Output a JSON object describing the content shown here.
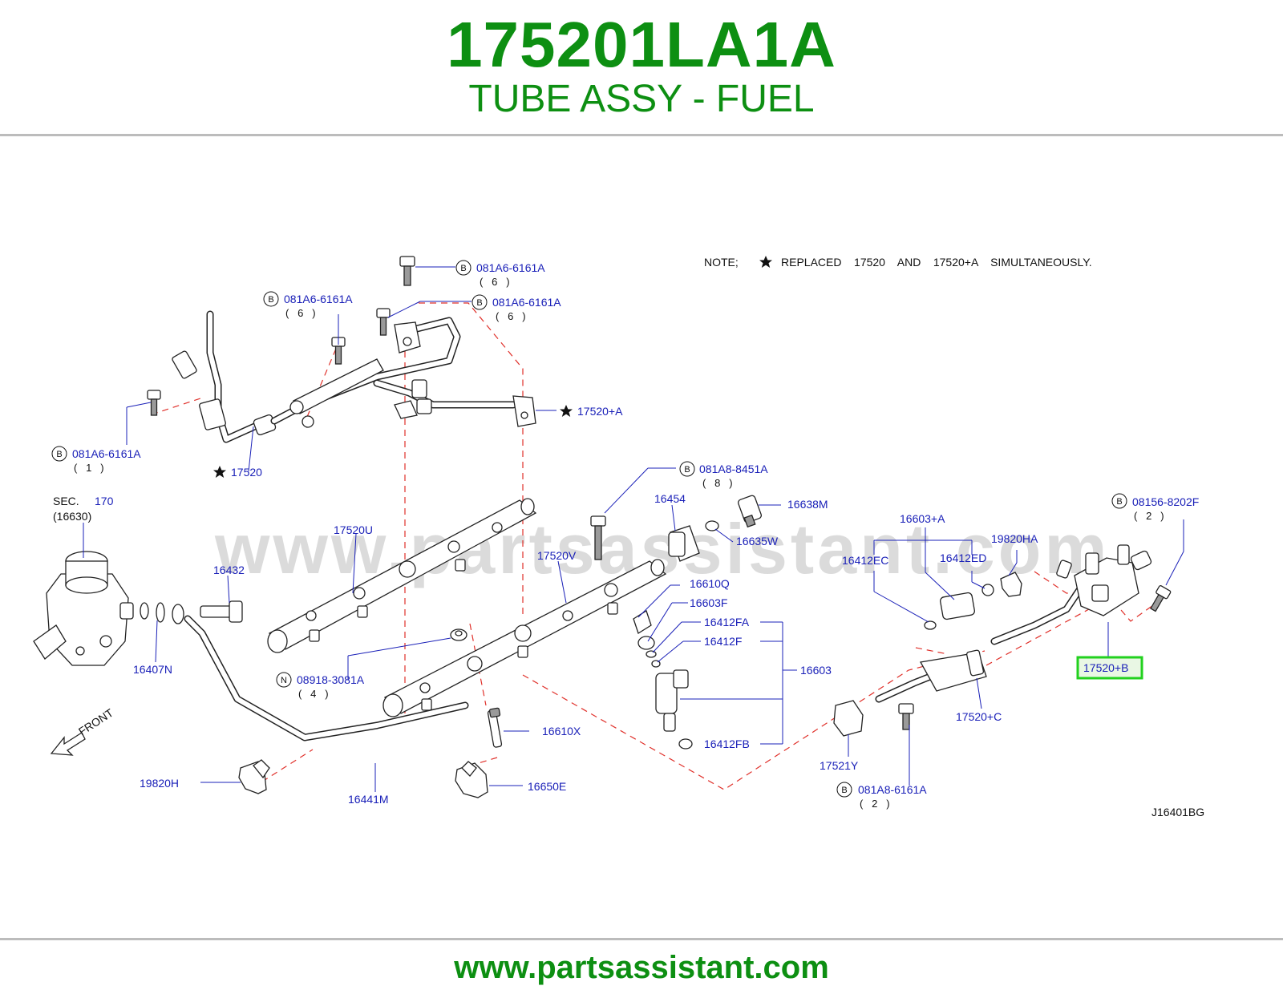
{
  "header": {
    "part_number": "175201LA1A",
    "part_name": "TUBE ASSY - FUEL"
  },
  "note": {
    "prefix": "NOTE;",
    "text": "REPLACED    17520    AND    17520+A    SIMULTANEOUSLY."
  },
  "watermark": "www.partsassistant.com",
  "footer": {
    "url": "www.partsassistant.com"
  },
  "diagram_code": "J16401BG",
  "front_label": "FRONT",
  "sec": {
    "label": "SEC.",
    "number": "170",
    "sub": "(16630)"
  },
  "labels": {
    "p081A6_top": "081A6-6161A",
    "p081A6_top_qty": "(   6   )",
    "p081A6_left": "081A6-6161A",
    "p081A6_left_qty": "(   6   )",
    "p081A6_mid": "081A6-6161A",
    "p081A6_mid_qty": "(   6   )",
    "p081A6_low": "081A6-6161A",
    "p081A6_low_qty": "(   1   )",
    "p17520A": "17520+A",
    "p17520": "17520",
    "p081A8_8451": "081A8-8451A",
    "p081A8_8451_qty": "(   8   )",
    "p16454": "16454",
    "p16638M": "16638M",
    "p16635W": "16635W",
    "p17520U": "17520U",
    "p17520V": "17520V",
    "p16432": "16432",
    "p16407N": "16407N",
    "p16610Q": "16610Q",
    "p16603F": "16603F",
    "p16412FA": "16412FA",
    "p16412F": "16412F",
    "p16603": "16603",
    "p16412FB": "16412FB",
    "p08918": "08918-3081A",
    "p08918_qty": "(   4   )",
    "p16610X": "16610X",
    "p16650E": "16650E",
    "p16441M": "16441M",
    "p19820H": "19820H",
    "p16603A": "16603+A",
    "p19820HA": "19820HA",
    "p16412EC": "16412EC",
    "p16412ED": "16412ED",
    "p08156": "08156-8202F",
    "p08156_qty": "(   2   )",
    "p17520B": "17520+B",
    "p17520C": "17520+C",
    "p17521Y": "17521Y",
    "p081A8_6161": "081A8-6161A",
    "p081A8_6161_qty": "(   2   )"
  },
  "badges": {
    "bolt": "B",
    "nut": "N"
  },
  "colors": {
    "brand_green": "#0d8f12",
    "label_blue": "#1a20b8",
    "leader_red": "#e0302a",
    "highlight_green": "#22d11e",
    "highlight_fill": "#e9f7e4"
  }
}
